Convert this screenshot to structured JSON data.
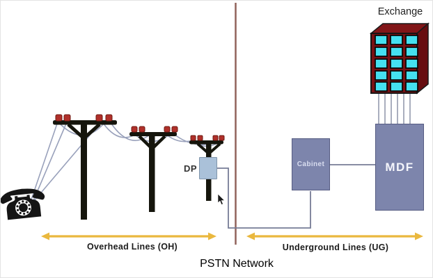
{
  "title": "PSTN Network",
  "nodes": {
    "telephone": {
      "icon": "rotary-phone-icon",
      "glyph": "☎"
    },
    "dp": {
      "label": "DP"
    },
    "cabinet": {
      "label": "Cabinet"
    },
    "mdf": {
      "label": "MDF"
    },
    "exchange": {
      "label": "Exchange",
      "windows": {
        "columns": 3,
        "rows": 5
      }
    }
  },
  "sections": {
    "overhead": {
      "label": "Overhead Lines (OH)"
    },
    "underground": {
      "label": "Underground Lines (UG)"
    }
  },
  "colors": {
    "pole": "#15150c",
    "insulator": "#b0302a",
    "wire": "#99a1bb",
    "divider": "#90625a",
    "arrow": "#eab83e",
    "cable": "#767c96",
    "node_fill": "#7d85ac",
    "node_border": "#565c82",
    "dp_fill": "#aac1d9",
    "exchange_front": "#7a1113",
    "exchange_top": "#811518",
    "exchange_side": "#670d10",
    "window": "#45e0f0"
  }
}
